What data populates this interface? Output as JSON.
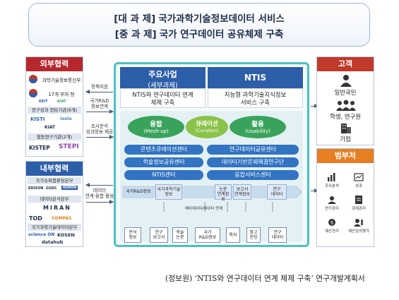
{
  "title": {
    "line1_tag": "[대 과 제]",
    "line1_text": "국가과학기술정보데이터 서비스",
    "line2_tag": "[중 과 제]",
    "line2_text": "국가 연구데이터 공유체제 구축"
  },
  "external": {
    "header": "외부협력",
    "items": [
      "과학기술정보통신부",
      "17개 부처·청",
      "연구성과 전담기관(9개)",
      "협동연구기관(2개)"
    ],
    "logos": [
      "KISTI",
      "KIAT",
      "KISTEP",
      "STEPI",
      "KEIT",
      "ioste"
    ]
  },
  "internal": {
    "header": "내부협력",
    "items": [
      "국가슈퍼컴퓨팅본부",
      "데이터분석본부",
      "국가과학기술데이터본부"
    ],
    "logos": [
      "EDISON",
      "GSDC",
      "KOREN",
      "MIRAN",
      "TOD",
      "COMPAS",
      "science ON",
      "KOSEN",
      "datahub"
    ]
  },
  "arrows": {
    "a1": "정책지원",
    "a2_line1": "국가R&D",
    "a2_line2": "정보연계",
    "a3_line1": "조사분석",
    "a3_line2": "성과정보 제공",
    "a4_line1": "데이터",
    "a4_line2": "연계·융합·활용"
  },
  "main": {
    "left_head_line1": "주요사업",
    "left_head_line2": "(세부과제)",
    "left_sub_line1": "NTIS와 연구데이터 연계",
    "left_sub_line2": "체제 구축",
    "right_head": "NTIS",
    "right_sub_line1": "지능형 과학기술지식정보",
    "right_sub_line2": "서비스 구축",
    "ovals": [
      {
        "title": "융합",
        "sub": "(Mesh-up)",
        "color": "#3aa35b"
      },
      {
        "title": "큐레이션",
        "sub": "(Curation)",
        "color": "#8bc34a"
      },
      {
        "title": "활용",
        "sub": "(Usability)",
        "color": "#3aa35b"
      }
    ],
    "pills": [
      "콘텐츠큐레이션센터",
      "연구데이터공유센터",
      "학술정보공유센터",
      "데이터기반문제해결연구단",
      "NTIS센터",
      "융합서비스센터"
    ],
    "flow": {
      "b1": "국가R&D정보",
      "b2_line1": "국가과학기술",
      "b2_line2": "정보",
      "b3_line1": "논문",
      "b3_line2": "연계정보",
      "b4_line1": "보고서",
      "b4_line2": "연계정보",
      "b5_line1": "연구",
      "b5_line2": "데이터",
      "note": "메타데이터/데이터 연계"
    },
    "bottom": [
      {
        "l1": "분석",
        "l2": "정보"
      },
      {
        "l1": "연구",
        "l2": "보고서"
      },
      {
        "l1": "학술",
        "l2": "논문"
      },
      {
        "l1": "국가",
        "l2": "R&D정보"
      },
      {
        "l1": "특허",
        "l2": ""
      },
      {
        "l1": "참고",
        "l2": "문헌"
      },
      {
        "l1": "연구",
        "l2": "데이터"
      }
    ]
  },
  "customers": {
    "header": "고객",
    "items": [
      "일반국민",
      "학생, 연구원",
      "기업"
    ]
  },
  "departments": {
    "header": "범부처",
    "items": [
      "조사분석",
      "성과",
      "연구관리",
      "과제관리",
      "예산관리",
      "예산심의평가"
    ]
  },
  "caption": "(정보원)  ‘NTIS와 연구데이터 연계 체제 구축’  연구개발계획서",
  "colors": {
    "external_head": "#b7282e",
    "internal_head": "#2d5ea8",
    "customer_head": "#c0392b",
    "dept_head": "#e67e22",
    "frame": "#4fbfbf",
    "pill": "#3273c2"
  }
}
